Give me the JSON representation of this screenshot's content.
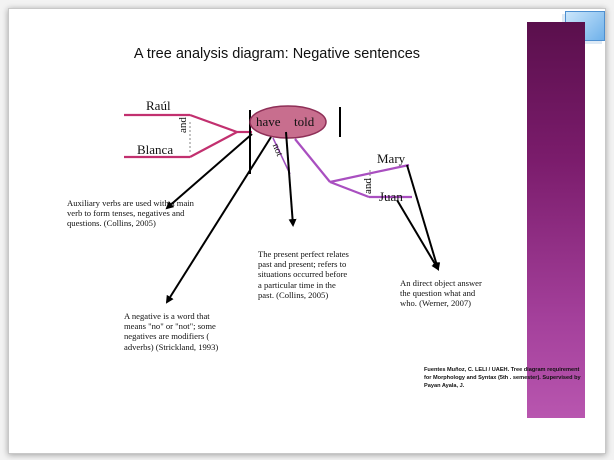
{
  "title": "A tree analysis diagram: Negative sentences",
  "words": {
    "subject1": "Raúl",
    "conj1": "and",
    "subject2": "Blanca",
    "aux": "have",
    "verb": "told",
    "neg": "not",
    "object1": "Mary",
    "conj2": "and",
    "object2": "Juan"
  },
  "notes": {
    "auxiliary": "Auxiliary verbs are used with a main verb to form tenses, negatives and questions. (Collins, 2005)",
    "negative": "A negative is a word that means \"no\" or \"not\"; some negatives are modifiers ( adverbs) (Strickland, 1993)",
    "present_perfect": "The present perfect relates past and present; refers to situations occurred before a particular time in the past. (Collins, 2005)",
    "direct_object": "An direct object answer the question what and who. (Werner, 2007)"
  },
  "credit": "Fuentes Muñoz, C. LELI / UAEH. Tree diagram requirement for Morphology and Syntax (5th . semester). Supervised by Payan Ayala, J.",
  "colors": {
    "subject_branch": "#c2306f",
    "object_branch": "#a94fc0",
    "verb_ellipse_fill": "#c86e8e",
    "verb_ellipse_stroke": "#8e2f57",
    "side_band": "#7b1c6c"
  }
}
